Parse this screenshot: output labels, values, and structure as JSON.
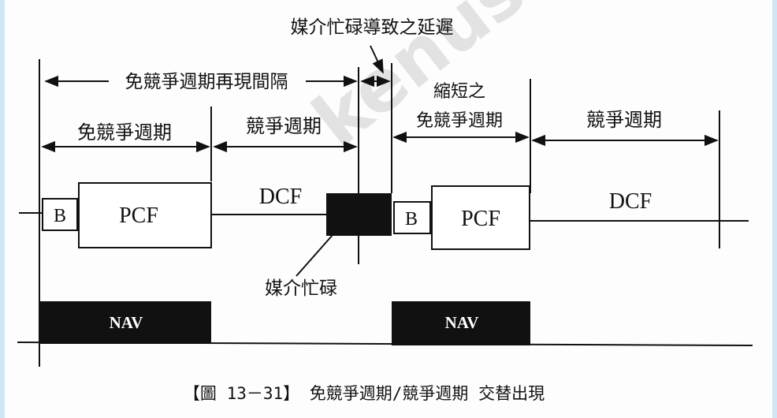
{
  "labels": {
    "media_busy_delay": "媒介忙碌導致之延遲",
    "cfp_repetition_interval": "免競爭週期再現間隔",
    "contention_free_period_1": "免競爭週期",
    "contention_period_1": "競爭週期",
    "shortened_line1": "縮短之",
    "shortened_line2": "免競爭週期",
    "contention_period_2": "競爭週期",
    "beacon_1": "B",
    "pcf_1": "PCF",
    "dcf_1": "DCF",
    "beacon_2": "B",
    "pcf_2": "PCF",
    "dcf_2": "DCF",
    "media_busy": "媒介忙碌",
    "nav_1": "NAV",
    "nav_2": "NAV"
  },
  "caption": {
    "text": "【圖 13－31】 免競爭週期/競爭週期 交替出現"
  },
  "watermark": "kenush",
  "colors": {
    "ink": "#111111",
    "background": "#fdfdfd",
    "watermark": "#d9d9d9",
    "edge_accent": "#cfe6f5"
  }
}
